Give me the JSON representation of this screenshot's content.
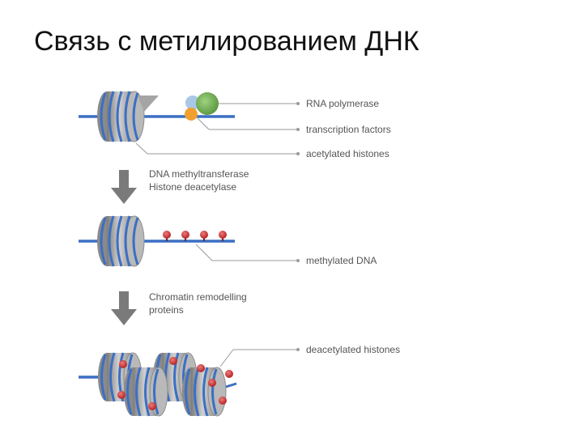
{
  "slide": {
    "title": "Связь с метилированием ДНК"
  },
  "diagram": {
    "labels": {
      "rna_polymerase": "RNA polymerase",
      "transcription_factors": "transcription factors",
      "acetylated_histones": "acetylated histones",
      "methylated_dna": "methylated DNA",
      "deacetylated_histones": "deacetylated histones"
    },
    "steps": {
      "step1_line1": "DNA methyltransferase",
      "step1_line2": "Histone deacetylase",
      "step2_line1": "Chromatin remodelling",
      "step2_line2": "proteins"
    }
  },
  "colors": {
    "dna": "#3b6fc4",
    "histone": "#9a9a9a",
    "methyl": "#d94040",
    "polymerase": "#6aaa4c",
    "factor_orange": "#f0a030",
    "factor_blue": "#a9c8e8",
    "arrow": "#7a7a7a",
    "leader": "#9a9a9a"
  }
}
